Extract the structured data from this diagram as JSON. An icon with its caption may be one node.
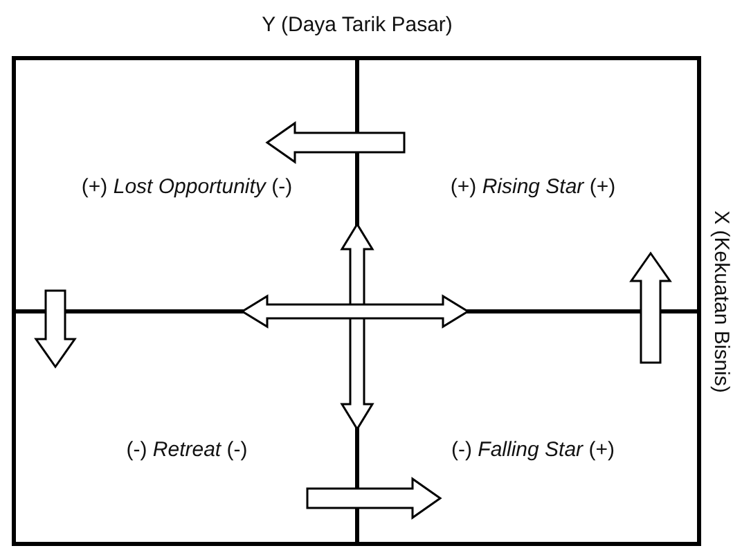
{
  "diagram": {
    "title": "Y (Daya Tarik Pasar)",
    "nodes": [
      {
        "text": [
          "(+) *Lost Opportunity* (-)"
        ]
      },
      {
        "text": [
          "(+) *Rising Star* (+)"
        ]
      },
      {
        "text": [
          "(-) *Retreat* (-)"
        ]
      },
      {
        "text": [
          "(-) *Falling Star* (+)"
        ]
      }
    ],
    "labels": [
      "X (Kekuatan Bisnis)"
    ]
  }
}
